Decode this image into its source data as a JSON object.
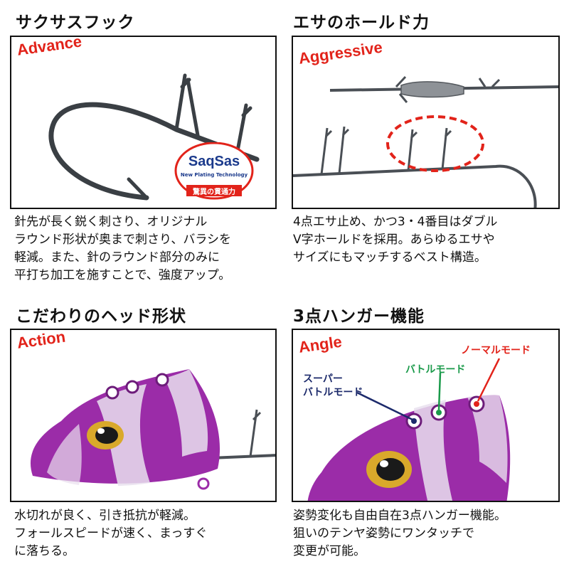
{
  "panels": [
    {
      "heading": "サクサスフック",
      "tag": "Advance",
      "badge": {
        "brand": "SaqSas",
        "subtitle": "New Plating Technology",
        "caption": "驚異の貫通力"
      },
      "description": [
        "針先が長く鋭く刺さり、オリジナル",
        "ラウンド形状が奥まで刺さり、バラシを",
        "軽減。また、針のラウンド部分のみに",
        "平打ち加工を施すことで、強度アップ。"
      ]
    },
    {
      "heading": "エサのホールド力",
      "tag": "Aggressive",
      "description": [
        "4点エサ止め、かつ3・4番目はダブル",
        "V字ホールドを採用。あらゆるエサや",
        "サイズにもマッチするベスト構造。"
      ]
    },
    {
      "heading": "こだわりのヘッド形状",
      "tag": "Action",
      "description": [
        "水切れが良く、引き抵抗が軽減。",
        "フォールスピードが速く、まっすぐ",
        "に落ちる。"
      ]
    },
    {
      "heading": "3点ハンガー機能",
      "tag": "Angle",
      "modes": {
        "normal": "ノーマルモード",
        "battle": "バトルモード",
        "super_line1": "スーパー",
        "super_line2": "バトルモード"
      },
      "description": [
        "姿勢変化も自由自在3点ハンガー機能。",
        "狙いのテンヤ姿勢にワンタッチで",
        "変更が可能。"
      ]
    }
  ],
  "colors": {
    "accent_red": "#e2231a",
    "head_purple": "#9b2ca8",
    "mode_green": "#1a9a4a",
    "mode_navy": "#1c2a6b"
  }
}
